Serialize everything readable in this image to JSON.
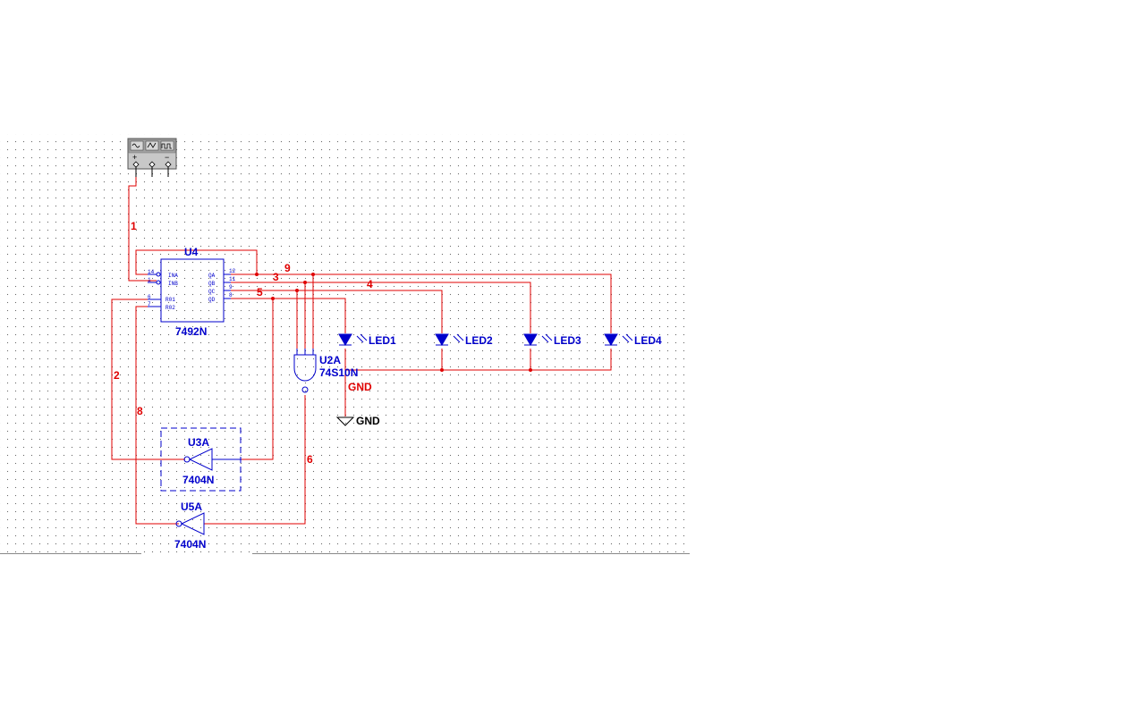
{
  "schematic": {
    "source": {
      "waveform_icons": [
        "sine-wave-icon",
        "triangle-wave-icon",
        "square-wave-icon"
      ],
      "terminals": [
        "+",
        "",
        "−"
      ]
    },
    "counter": {
      "ref": "U4",
      "part": "7492N",
      "left_pins": [
        {
          "num": "14",
          "name": "INA"
        },
        {
          "num": "1",
          "name": "INB"
        },
        {
          "num": "6",
          "name": "R01"
        },
        {
          "num": "7",
          "name": "R02"
        }
      ],
      "right_pins": [
        {
          "num": "12",
          "name": "QA"
        },
        {
          "num": "11",
          "name": "QB"
        },
        {
          "num": "9",
          "name": "QC"
        },
        {
          "num": "8",
          "name": "QD"
        }
      ]
    },
    "nand_gate": {
      "ref": "U2A",
      "part": "74S10N"
    },
    "inverters": [
      {
        "ref": "U3A",
        "part": "7404N"
      },
      {
        "ref": "U5A",
        "part": "7404N"
      }
    ],
    "leds": [
      "LED1",
      "LED2",
      "LED3",
      "LED4"
    ],
    "gnd_net_label": "GND",
    "gnd_symbol_label": "GND",
    "net_numbers": [
      "1",
      "9",
      "3",
      "4",
      "5",
      "2",
      "8",
      "6"
    ],
    "colors": {
      "wire": "#e00000",
      "component": "#0000cc",
      "grid_dot": "#6a6a6a"
    }
  }
}
